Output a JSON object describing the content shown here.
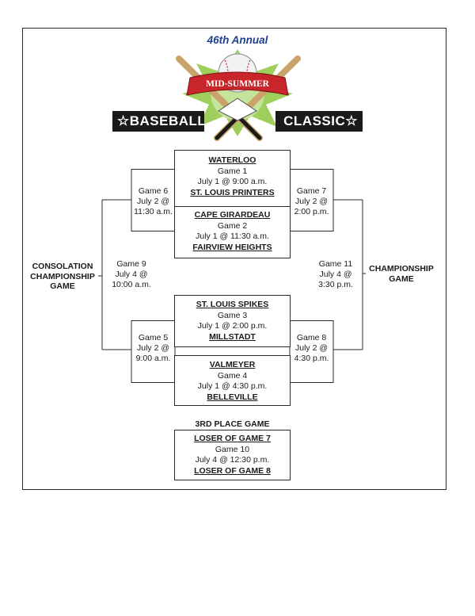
{
  "logo": {
    "annual": "46th Annual",
    "ribbon": "MID-SUMMER",
    "left_word": "☆BASEBALL",
    "right_word": "CLASSIC☆",
    "colors": {
      "ribbon_red": "#c8262b",
      "burst_green": "#8dc63f",
      "bat_tan": "#c9a36a",
      "banner_black": "#1a1a1a",
      "annual_blue": "#1f3f8f"
    }
  },
  "games": {
    "g1": {
      "top": "WATERLOO",
      "name": "Game 1",
      "when": "July 1 @ 9:00 a.m.",
      "bottom": "ST. LOUIS PRINTERS"
    },
    "g2": {
      "top": "CAPE GIRARDEAU",
      "name": "Game 2",
      "when": "July 1 @ 11:30 a.m.",
      "bottom": "FAIRVIEW HEIGHTS"
    },
    "g3": {
      "top": "ST. LOUIS SPIKES",
      "name": "Game 3",
      "when": "July 1 @ 2:00 p.m.",
      "bottom": "MILLSTADT"
    },
    "g4": {
      "top": "VALMEYER",
      "name": "Game 4",
      "when": "July 1 @ 4:30 p.m.",
      "bottom": "BELLEVILLE"
    },
    "g5": {
      "name": "Game 5",
      "day": "July 2 @",
      "time": "9:00 a.m."
    },
    "g6": {
      "name": "Game 6",
      "day": "July 2 @",
      "time": "11:30 a.m."
    },
    "g7": {
      "name": "Game 7",
      "day": "July 2 @",
      "time": "2:00 p.m."
    },
    "g8": {
      "name": "Game 8",
      "day": "July 2 @",
      "time": "4:30 p.m."
    },
    "g9": {
      "name": "Game 9",
      "day": "July 4 @",
      "time": "10:00 a.m."
    },
    "g11": {
      "name": "Game 11",
      "day": "July 4 @",
      "time": "3:30 p.m."
    },
    "g10": {
      "top": "LOSER OF GAME 7",
      "name": "Game 10",
      "when": "July 4 @ 12:30 p.m.",
      "bottom": "LOSER OF GAME 8"
    }
  },
  "labels": {
    "consolation_1": "CONSOLATION",
    "consolation_2": "CHAMPIONSHIP",
    "consolation_3": "GAME",
    "championship_1": "CHAMPIONSHIP",
    "championship_2": "GAME",
    "third_place": "3RD PLACE GAME"
  }
}
